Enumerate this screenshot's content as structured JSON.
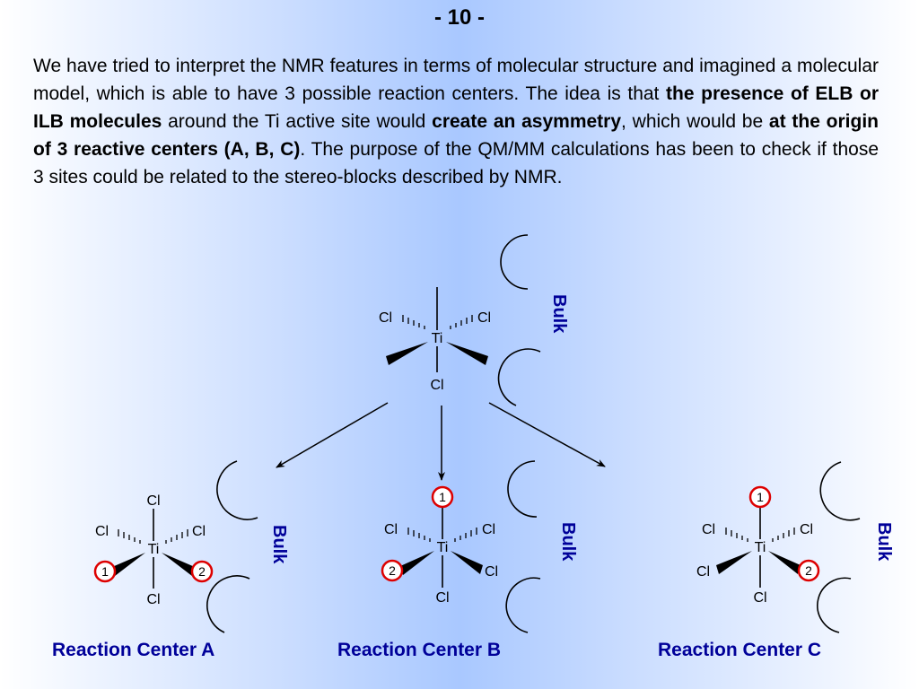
{
  "header": {
    "slide_number": "- 10 -"
  },
  "paragraph": {
    "p1": "We have tried to interpret the NMR features in terms of molecular structure and imagined a molecular model, which is able to have 3 possible reaction centers. The idea is that ",
    "b1": "the presence of ELB or ILB molecules",
    "p2": " around the Ti active site would ",
    "b2": "create an asymmetry",
    "p3": ", which would be ",
    "b3": "at the origin of 3 reactive centers (A, B, C)",
    "p4": ". The purpose of the QM/MM calculations has been to check if those 3 sites could be related to the stereo-blocks described by NMR."
  },
  "diagram": {
    "bulk_label": "Bulk",
    "ti": "Ti",
    "cl": "Cl",
    "site_1": "1",
    "site_2": "2",
    "colors": {
      "caption": "#000099",
      "site_circle": "#dd0000",
      "bulk": "#000099"
    }
  },
  "captions": {
    "a": "Reaction Center A",
    "b": "Reaction Center  B",
    "c": "Reaction Center C"
  }
}
